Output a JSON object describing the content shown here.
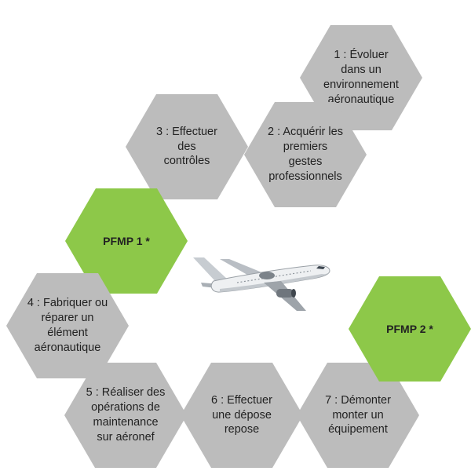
{
  "colors": {
    "step": "#bcbcbc",
    "pfmp": "#8dc849",
    "text": "#222222"
  },
  "steps": [
    {
      "label": "1 : Évoluer\ndans un\nenvironnement\naéronautique"
    },
    {
      "label": "2 : Acquérir les\npremiers\ngestes\nprofessionnels"
    },
    {
      "label": "3 : Effectuer\ndes\ncontrôles"
    },
    {
      "label": "4 : Fabriquer ou\nréparer un\nélément\naéronautique"
    },
    {
      "label": "5 : Réaliser des\nopérations de\nmaintenance\nsur aéronef"
    },
    {
      "label": "6 : Effectuer\nune dépose\nrepose"
    },
    {
      "label": "7 : Démonter\nmonter un\néquipement"
    }
  ],
  "pfmp": [
    {
      "label": "PFMP 1 *"
    },
    {
      "label": "PFMP 2 *"
    }
  ],
  "center_icon": "airplane-icon"
}
